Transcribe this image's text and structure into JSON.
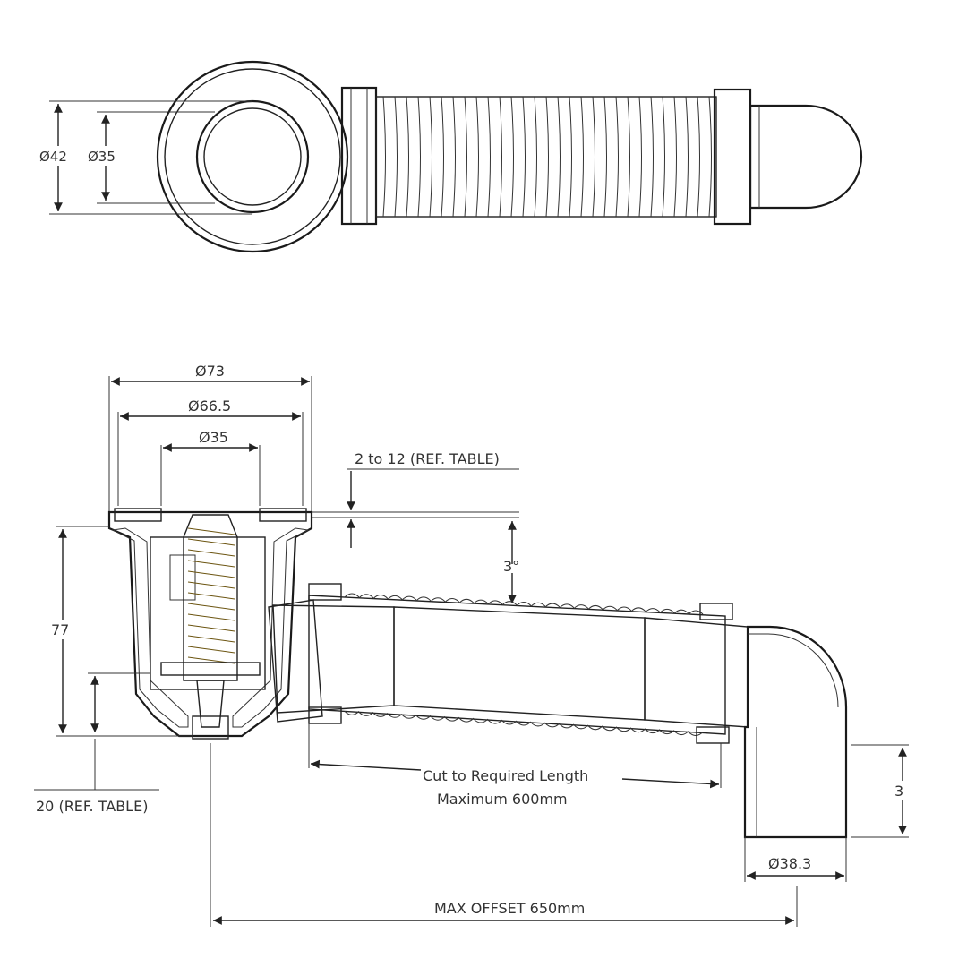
{
  "top_view": {
    "dia_outer": "Ø42",
    "dia_inner": "Ø35"
  },
  "section_view": {
    "dia_73": "Ø73",
    "dia_66_5": "Ø66.5",
    "dia_35": "Ø35",
    "thickness_note": "2 to 12 (REF. TABLE)",
    "angle": "3°",
    "height_77": "77",
    "depth_note": "20 (REF. TABLE)",
    "cut_note_line1": "Cut to Required Length",
    "cut_note_line2": "Maximum 600mm",
    "outlet_height": "3",
    "outlet_dia": "Ø38.3",
    "max_offset": "MAX OFFSET 650mm"
  },
  "colors": {
    "line": "#222222",
    "brass": "#e8c23a",
    "seal_red": "#e87a7a",
    "pipe_light": "#f4f2ec",
    "pipe_shade": "#d9d5cc"
  }
}
